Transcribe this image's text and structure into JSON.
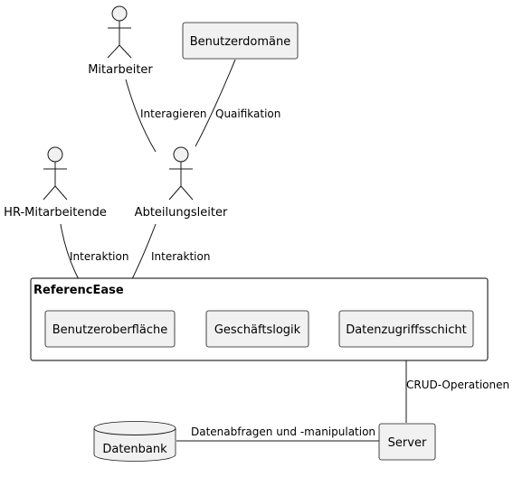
{
  "actors": {
    "mitarbeiter": "Mitarbeiter",
    "hr": "HR-Mitarbeitende",
    "abteilungsleiter": "Abteilungsleiter"
  },
  "nodes": {
    "benutzerdomaene": "Benutzerdomäne",
    "benutzeroberflaeche": "Benutzeroberfläche",
    "geschaeftslogik": "Geschäftslogik",
    "datenzugriffsschicht": "Datenzugriffsschicht",
    "server": "Server",
    "datenbank": "Datenbank"
  },
  "package": {
    "title": "ReferencEase"
  },
  "edges": {
    "interagieren": "Interagieren",
    "quaifikation": "Quaifikation",
    "interaktion_hr": "Interaktion",
    "interaktion_al": "Interaktion",
    "crud": "CRUD-Operationen",
    "datenabfragen": "Datenabfragen und -manipulation"
  }
}
